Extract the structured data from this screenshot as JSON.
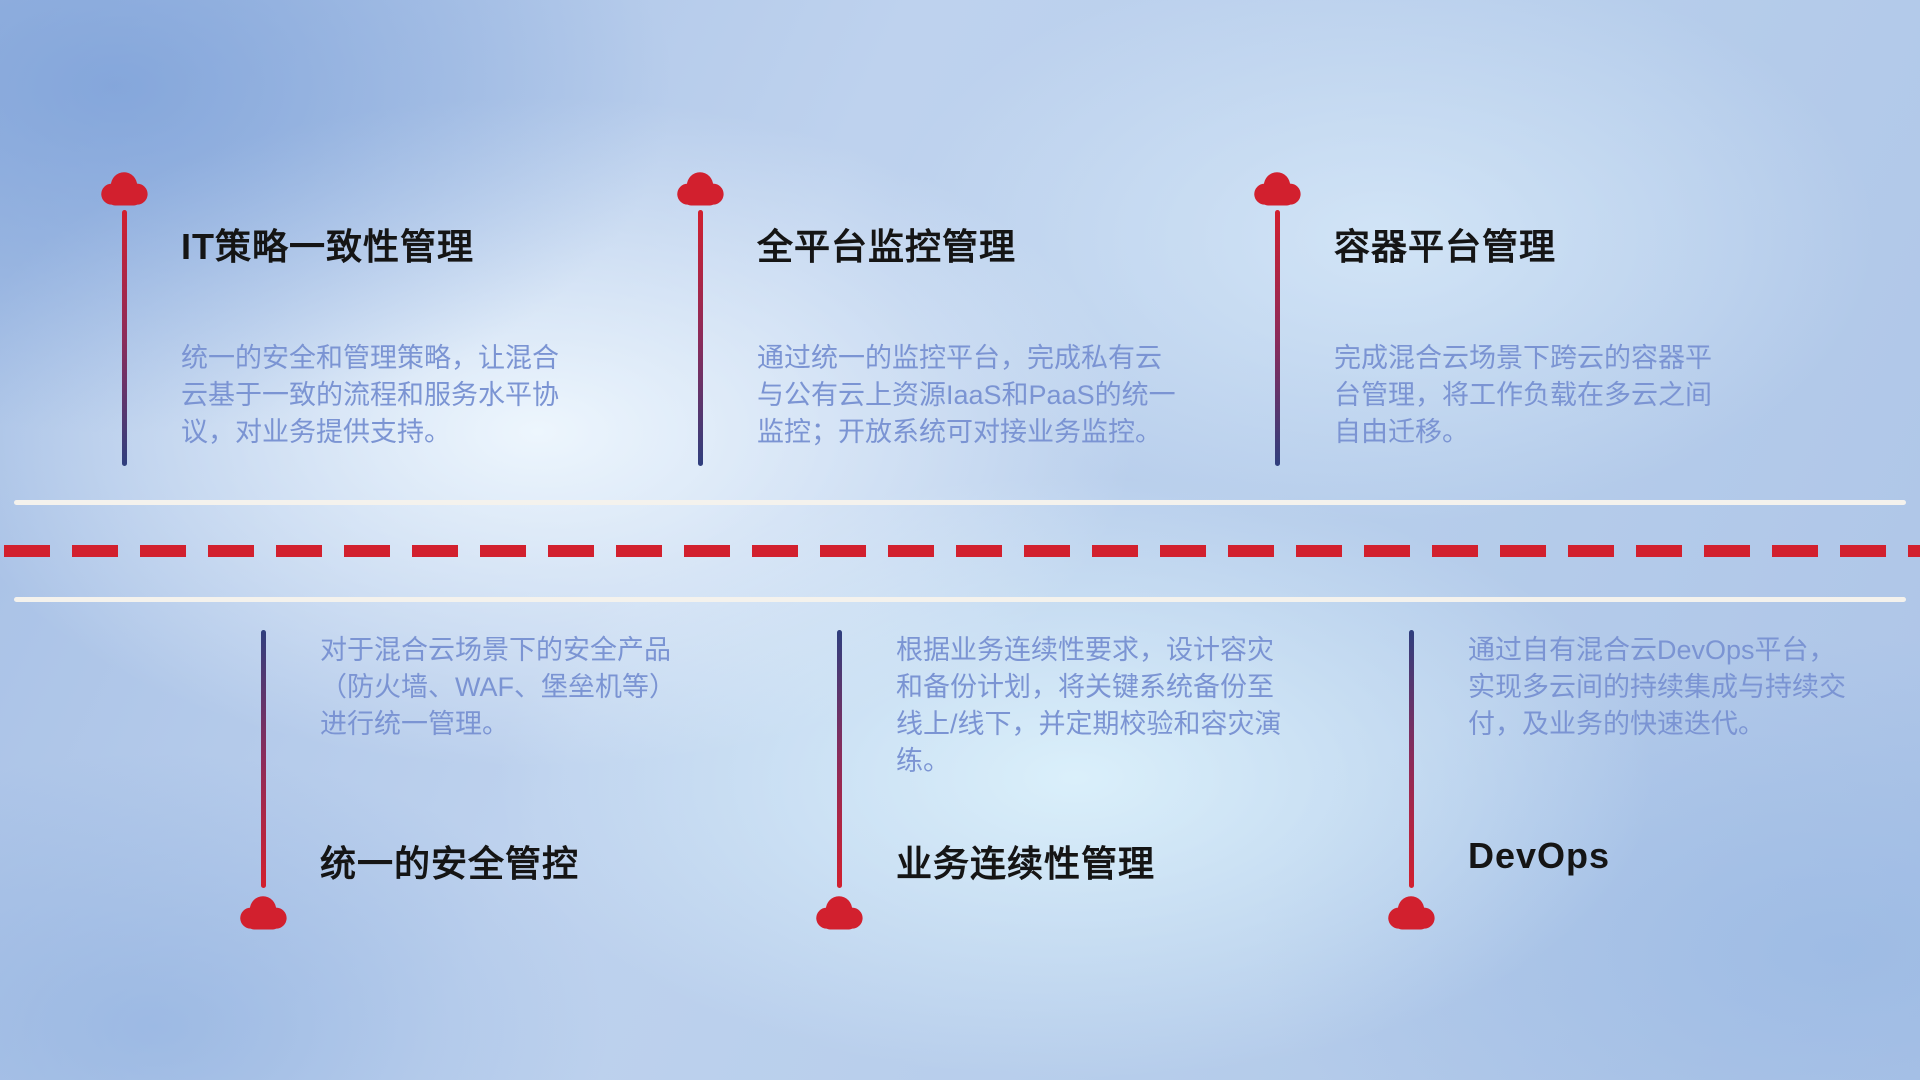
{
  "colors": {
    "red": "#d2202e",
    "navy": "#2f3f7e",
    "desc": "#7b94d3",
    "white-line": "#f4f2ed"
  },
  "items_top": [
    {
      "title": "IT策略一致性管理",
      "description": "统一的安全和管理策略，让混合云基于一致的流程和服务水平协议，对业务提供支持。"
    },
    {
      "title": "全平台监控管理",
      "description": "通过统一的监控平台，完成私有云与公有云上资源IaaS和PaaS的统一监控；开放系统可对接业务监控。"
    },
    {
      "title": "容器平台管理",
      "description": "完成混合云场景下跨云的容器平台管理，将工作负载在多云之间自由迁移。"
    }
  ],
  "items_bottom": [
    {
      "title": "统一的安全管控",
      "description": "对于混合云场景下的安全产品（防火墙、WAF、堡垒机等）进行统一管理。"
    },
    {
      "title": "业务连续性管理",
      "description": "根据业务连续性要求，设计容灾和备份计划，将关键系统备份至线上/线下，并定期校验和容灾演练。"
    },
    {
      "title": "DevOps",
      "description": "通过自有混合云DevOps平台，实现多云间的持续集成与持续交付，及业务的快速迭代。"
    }
  ]
}
